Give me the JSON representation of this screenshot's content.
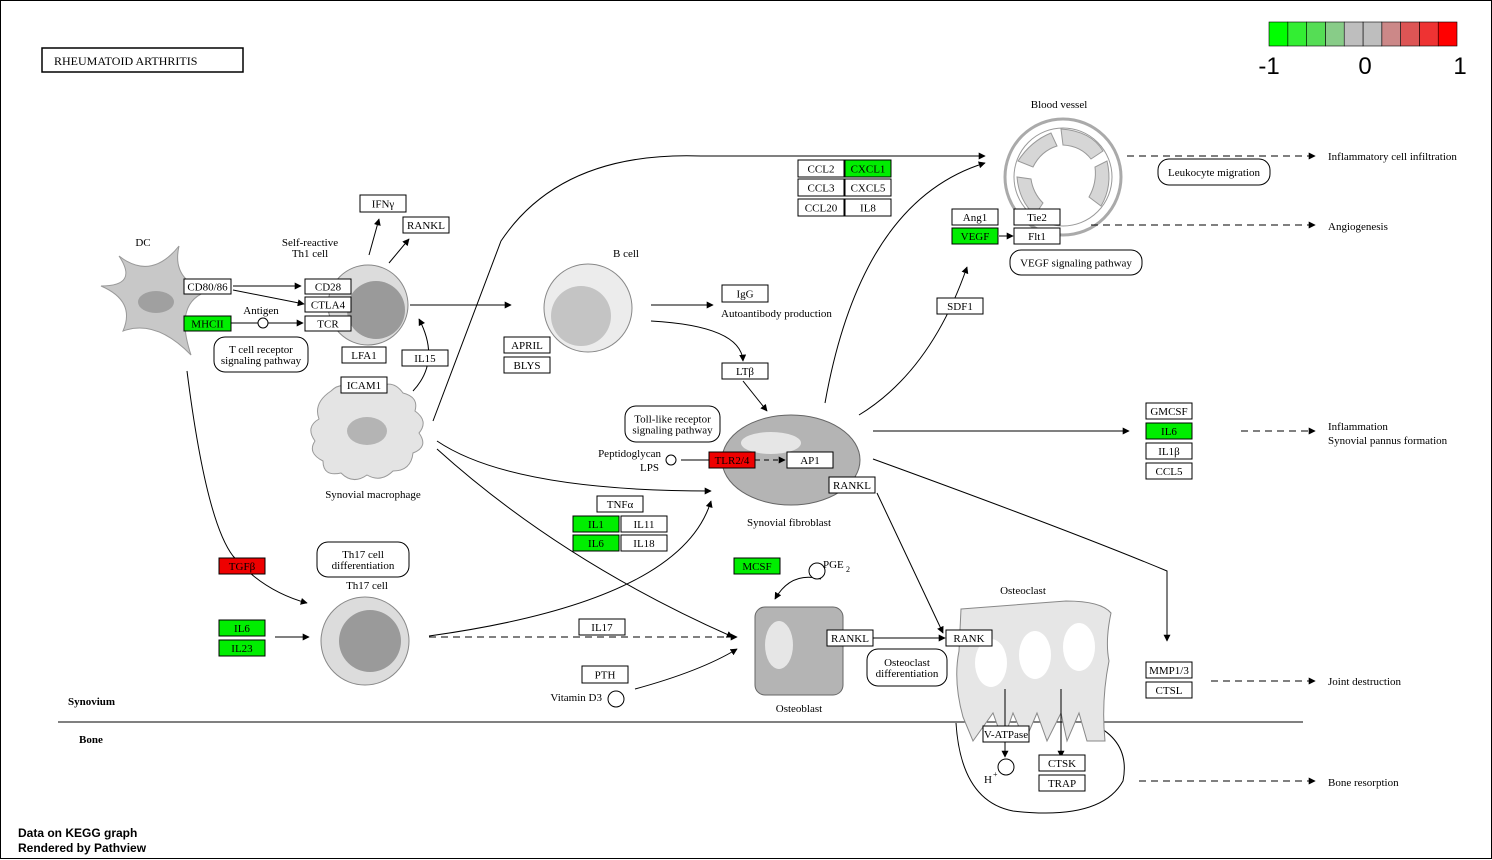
{
  "title": "RHEUMATOID  ARTHRITIS",
  "legend": {
    "min_label": "-1",
    "mid_label": "0",
    "max_label": "1",
    "colors": [
      "#00ff00",
      "#33ee33",
      "#55dd55",
      "#88cc88",
      "#bebebe",
      "#bebebe",
      "#cc8888",
      "#dd5555",
      "#ee3333",
      "#ff0000"
    ]
  },
  "colors": {
    "down": "#00ee00",
    "up": "#ee0000",
    "neutral": "#ffffff"
  },
  "cells": {
    "dc": "DC",
    "th1": "Self-reactive\nTh1 cell",
    "b_cell": "B cell",
    "blood_vessel": "Blood vessel",
    "macrophage": "Synovial macrophage",
    "fibroblast": "Synovial fibroblast",
    "th17": "Th17 cell",
    "osteoblast": "Osteoblast",
    "osteoclast": "Osteoclast"
  },
  "genes": {
    "cd80_86": "CD80/86",
    "mhcii": "MHCII",
    "cd28": "CD28",
    "ctla4": "CTLA4",
    "tcr": "TCR",
    "ifng": "IFNγ",
    "rankl_th1": "RANKL",
    "lfa1": "LFA1",
    "icam1": "ICAM1",
    "il15": "IL15",
    "april": "APRIL",
    "blys": "BLYS",
    "igg": "IgG",
    "ltb": "LTβ",
    "ccl2": "CCL2",
    "cxcl1": "CXCL1",
    "ccl3": "CCL3",
    "cxcl5": "CXCL5",
    "ccl20": "CCL20",
    "il8": "IL8",
    "ang1": "Ang1",
    "tie2": "Tie2",
    "vegf": "VEGF",
    "flt1": "Flt1",
    "sdf1": "SDF1",
    "tlr24": "TLR2/4",
    "ap1": "AP1",
    "rankl_fib": "RANKL",
    "tnfa": "TNFα",
    "il1": "IL1",
    "il11": "IL11",
    "il6_mac": "IL6",
    "il18": "IL18",
    "gmcsf": "GMCSF",
    "il6_infl": "IL6",
    "il1b": "IL1β",
    "ccl5": "CCL5",
    "tgfb": "TGFβ",
    "il6_th17": "IL6",
    "il23": "IL23",
    "il17": "IL17",
    "mcsf": "MCSF",
    "pth": "PTH",
    "rankl_ob": "RANKL",
    "rank": "RANK",
    "mmp": "MMP1/3",
    "ctsl": "CTSL",
    "vatpase": "V-ATPase",
    "ctsk": "CTSK",
    "trap": "TRAP"
  },
  "pathways": {
    "tcr_signaling": "T cell receptor\nsignaling pathway",
    "toll_signaling": "Toll-like receptor\nsignaling pathway",
    "th17_diff": "Th17 cell\ndifferentiation",
    "leukocyte": "Leukocyte migration",
    "vegf_signaling": "VEGF signaling pathway",
    "osteoclast_diff": "Osteoclast\ndifferentiation"
  },
  "labels": {
    "antigen": "Antigen",
    "autoantibody": "Autoantibody production",
    "peptidoglycan": "Peptidoglycan",
    "lps": "LPS",
    "pge2": "PGE",
    "pge2_sub": "2",
    "vitamin_d3": "Vitamin D3",
    "h_plus": "H",
    "h_plus_sup": "+",
    "synovium": "Synovium",
    "bone": "Bone",
    "infiltration": "Inflammatory cell infiltration",
    "angiogenesis": "Angiogenesis",
    "inflammation": "Inflammation",
    "pannus": "Synovial pannus formation",
    "joint_destruction": "Joint destruction",
    "bone_resorption": "Bone resorption"
  },
  "footer": {
    "line1": "Data on KEGG graph",
    "line2": "Rendered by Pathview"
  }
}
